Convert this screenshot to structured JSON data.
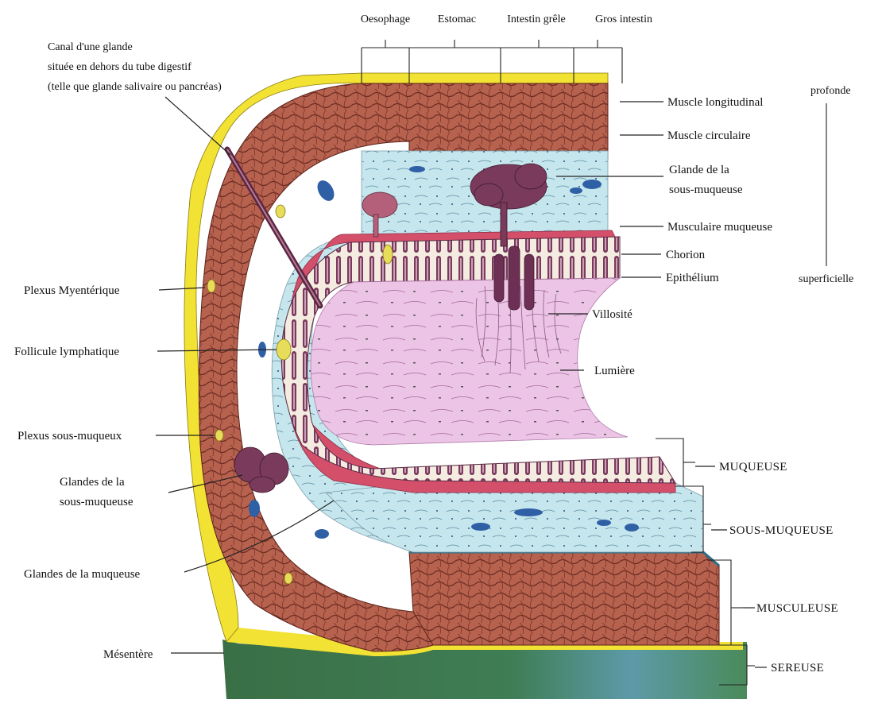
{
  "regions": {
    "oesophage": "Oesophage",
    "estomac": "Estomac",
    "intestin_grele": "Intestin grêle",
    "gros_intestin": "Gros intestin"
  },
  "canal_label": {
    "line1": "Canal d'une glande",
    "line2": "située en dehors du tube digestif",
    "line3": "(telle que glande salivaire ou pancréas)"
  },
  "right_labels": {
    "muscle_longitudinal": "Muscle longitudinal",
    "muscle_circulaire": "Muscle circulaire",
    "glande_sous_muqueuse_1": "Glande de la",
    "glande_sous_muqueuse_2": "sous-muqueuse",
    "musculaire_muqueuse": "Musculaire muqueuse",
    "chorion": "Chorion",
    "epithelium": "Epithélium",
    "villosite": "Villosité",
    "lumiere": "Lumière"
  },
  "depth": {
    "profonde": "profonde",
    "superficielle": "superficielle"
  },
  "left_labels": {
    "plexus_myenterique": "Plexus Myentérique",
    "follicule_lymphatique": "Follicule lymphatique",
    "plexus_sous_muqueux": "Plexus sous-muqueux",
    "glandes_sous_muqueuse_1": "Glandes de la",
    "glandes_sous_muqueuse_2": "sous-muqueuse",
    "glandes_muqueuse": "Glandes de la muqueuse",
    "mesentere": "Mésentère"
  },
  "layers": {
    "muqueuse": "MUQUEUSE",
    "sous_muqueuse": "SOUS-MUQUEUSE",
    "musculeuse": "MUSCULEUSE",
    "sereuse": "SEREUSE"
  },
  "colors": {
    "serosa_yellow": "#f2e233",
    "muscle_brown": "#b2604f",
    "muscle_dark": "#6e2c22",
    "submucosa_blue": "#bfe3ec",
    "lumen_pink": "#e8b9e2",
    "mucosa_purple": "#7a3a5c",
    "musc_mucosa_red": "#d4506a",
    "mesentery_green": "#3f7a4a"
  }
}
